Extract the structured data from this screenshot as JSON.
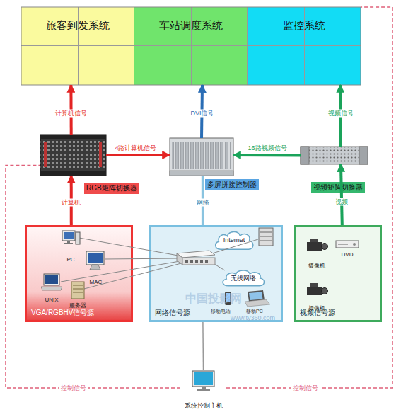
{
  "diagram": {
    "nodes": [
      {
        "text": [
          "旅客到发系统"
        ]
      },
      {
        "text": [
          "车站调度系统"
        ]
      },
      {
        "text": [
          "监控系统"
        ]
      },
      {
        "text": [
          "RGB矩阵切换器"
        ]
      },
      {
        "text": [
          "多屏拼接控制器"
        ]
      },
      {
        "text": [
          "视频矩阵切换器"
        ]
      },
      {
        "text": [
          "VGA/RGBHV信号源"
        ]
      },
      {
        "text": [
          "PC"
        ],
        "in": 6
      },
      {
        "text": [
          "MAC"
        ],
        "in": 6
      },
      {
        "text": [
          "UNIX"
        ],
        "in": 6
      },
      {
        "text": [
          "服务器"
        ],
        "in": 6
      },
      {
        "text": [
          "网络信号源"
        ]
      },
      {
        "text": [
          "Internet"
        ],
        "in": 11
      },
      {
        "text": [
          "无线网络"
        ],
        "in": 11
      },
      {
        "text": [
          "视频信号源"
        ]
      },
      {
        "text": [
          "摄像机"
        ],
        "in": 14
      },
      {
        "text": [
          "DVD"
        ],
        "in": 14
      },
      {
        "text": [
          "摄像机"
        ],
        "in": 14
      },
      {
        "text": [
          "系统控制主机"
        ]
      }
    ],
    "edges": [
      {
        "from": 3,
        "to": 0,
        "label": "计算机信号",
        "arrow": "to"
      },
      {
        "from": 4,
        "to": 1,
        "label": "DVI信号",
        "arrow": "to"
      },
      {
        "from": 5,
        "to": 2,
        "label": "视频信号",
        "arrow": "to"
      },
      {
        "from": 3,
        "to": 4,
        "label": "4路计算机信号",
        "arrow": "to"
      },
      {
        "from": 5,
        "to": 4,
        "label": "16路视频信号",
        "arrow": "to"
      },
      {
        "from": 6,
        "to": 3,
        "label": "计算机",
        "arrow": "to"
      },
      {
        "from": 11,
        "to": 4,
        "label": "网络",
        "arrow": "none"
      },
      {
        "from": 14,
        "to": 5,
        "label": "视频",
        "arrow": "to"
      },
      {
        "from": 18,
        "to": 3,
        "label": "控制信号",
        "arrow": "none"
      },
      {
        "from": 18,
        "to": 2,
        "label": "控制信号",
        "arrow": "none"
      },
      {
        "from": 18,
        "to": 11,
        "arrow": "none"
      }
    ],
    "labels": [
      "移动电话",
      "移动PC",
      "中国投影网",
      "www.ty360.com"
    ]
  }
}
